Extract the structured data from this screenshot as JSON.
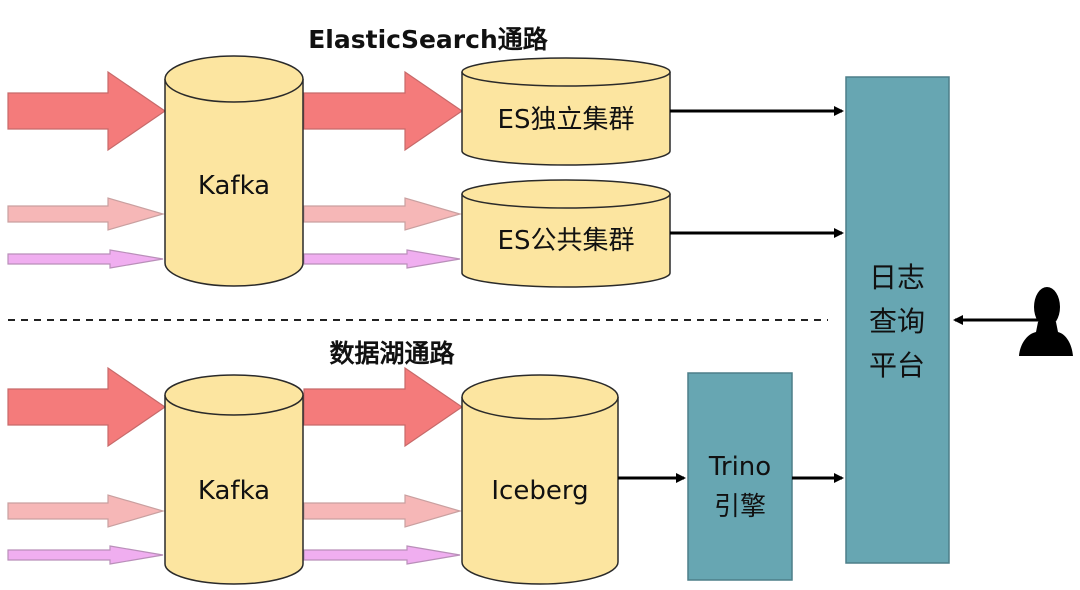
{
  "paths": {
    "es": {
      "title": "ElasticSearch通路",
      "kafka": "Kafka",
      "dedicated_cluster": "ES独立集群",
      "public_cluster": "ES公共集群"
    },
    "lake": {
      "title": "数据湖通路",
      "kafka": "Kafka",
      "table": "Iceberg",
      "engine_line1": "Trino",
      "engine_line2": "引擎"
    }
  },
  "platform": {
    "line1": "日志",
    "line2": "查询",
    "line3": "平台"
  },
  "user_icon": "user-silhouette-icon",
  "colors": {
    "cylinder_fill": "#FCE5A0",
    "cylinder_stroke": "#2a2a2a",
    "box_teal": "#67A6B2",
    "arrow_heavy": "#F47B7B",
    "arrow_medium": "#F6B7B7",
    "arrow_light": "#F0AEF0"
  }
}
